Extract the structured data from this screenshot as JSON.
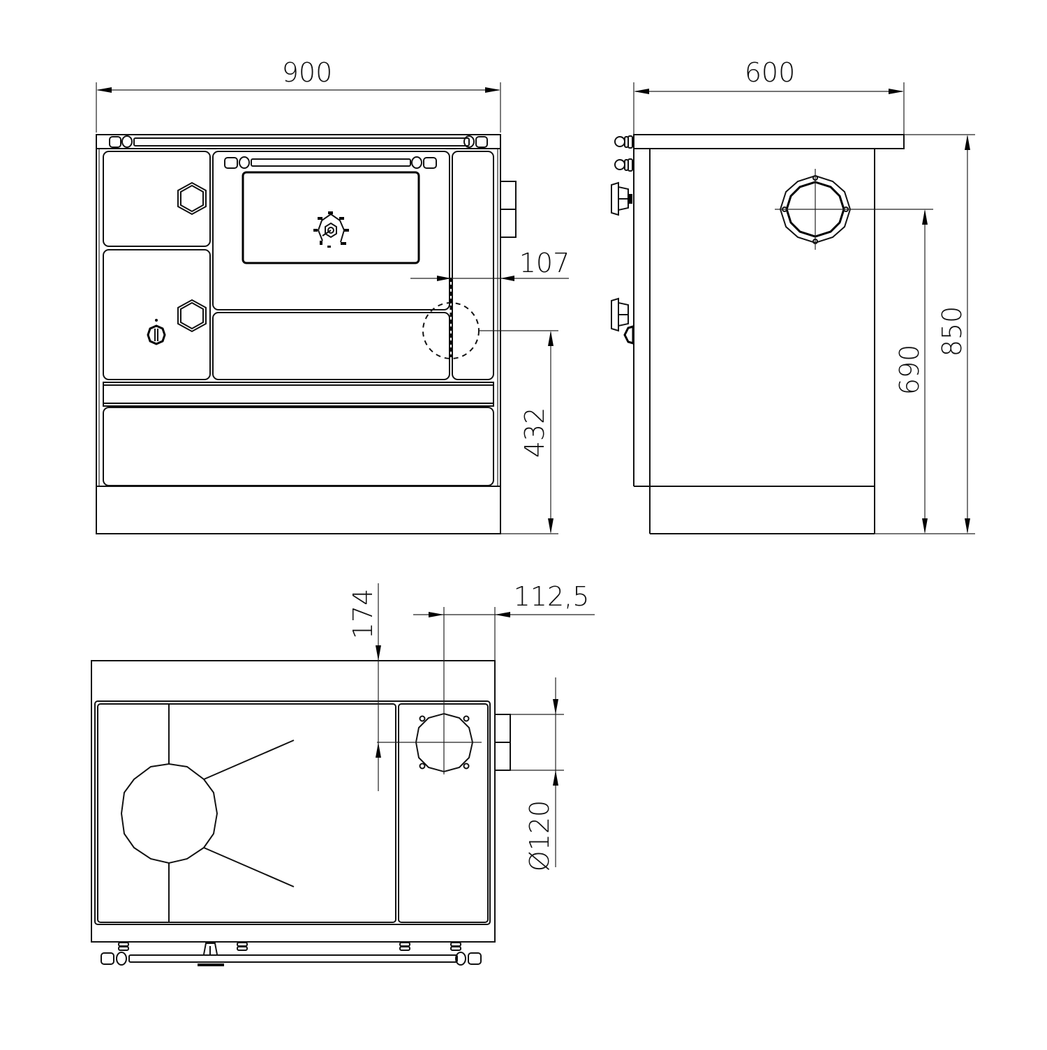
{
  "drawing": {
    "type": "technical-dimension-drawing",
    "subject": "wood-burning kitchen stove",
    "units": "mm",
    "line_color": "#000000",
    "background": "#ffffff"
  },
  "views": {
    "front": {
      "label": "front-view",
      "dimensions": {
        "width": "900",
        "flue_offset_side": "107",
        "flue_height": "432"
      }
    },
    "side": {
      "label": "side-view",
      "dimensions": {
        "depth": "600",
        "flue_center_height": "690",
        "total_height": "850"
      }
    },
    "top": {
      "label": "top-view",
      "dimensions": {
        "flue_offset_back": "174",
        "flue_offset_side": "112,5",
        "flue_diameter": "Ø120"
      }
    }
  }
}
